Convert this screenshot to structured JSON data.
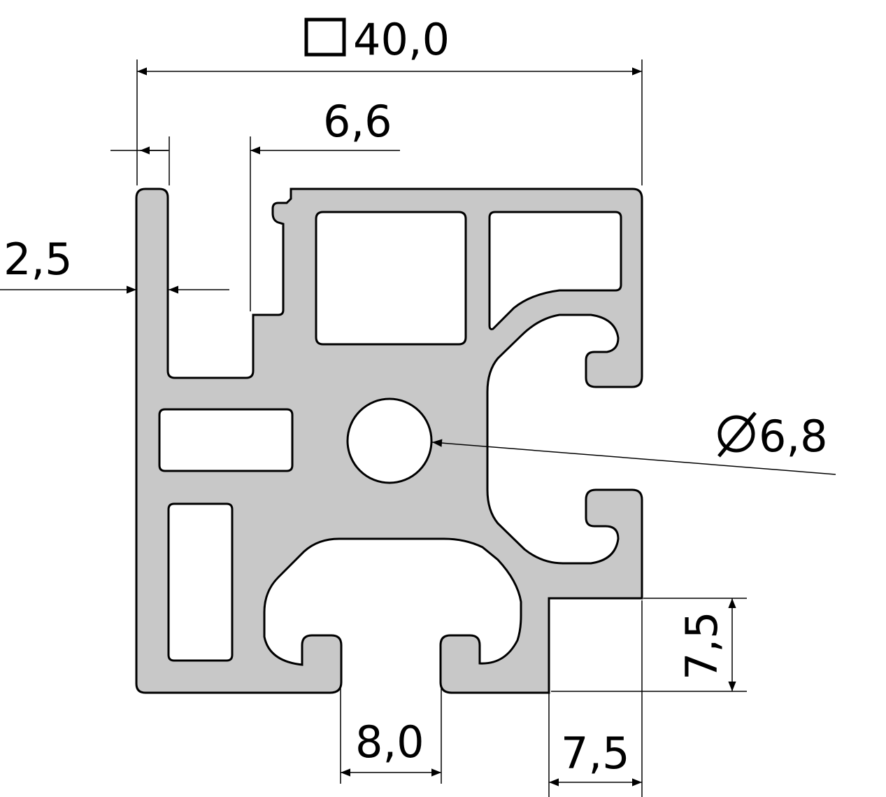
{
  "colors": {
    "profile_fill": "#c8c8c8",
    "outline": "#000000",
    "background": "#ffffff"
  },
  "dimensions": {
    "overall_width": "40,0",
    "overall_symbol": "square",
    "slot_offset": "6,6",
    "wall_thickness": "2,5",
    "bore_diameter": "6,8",
    "bore_symbol": "diameter",
    "slot_width": "8,0",
    "step_width": "7,5",
    "step_height": "7,5"
  }
}
